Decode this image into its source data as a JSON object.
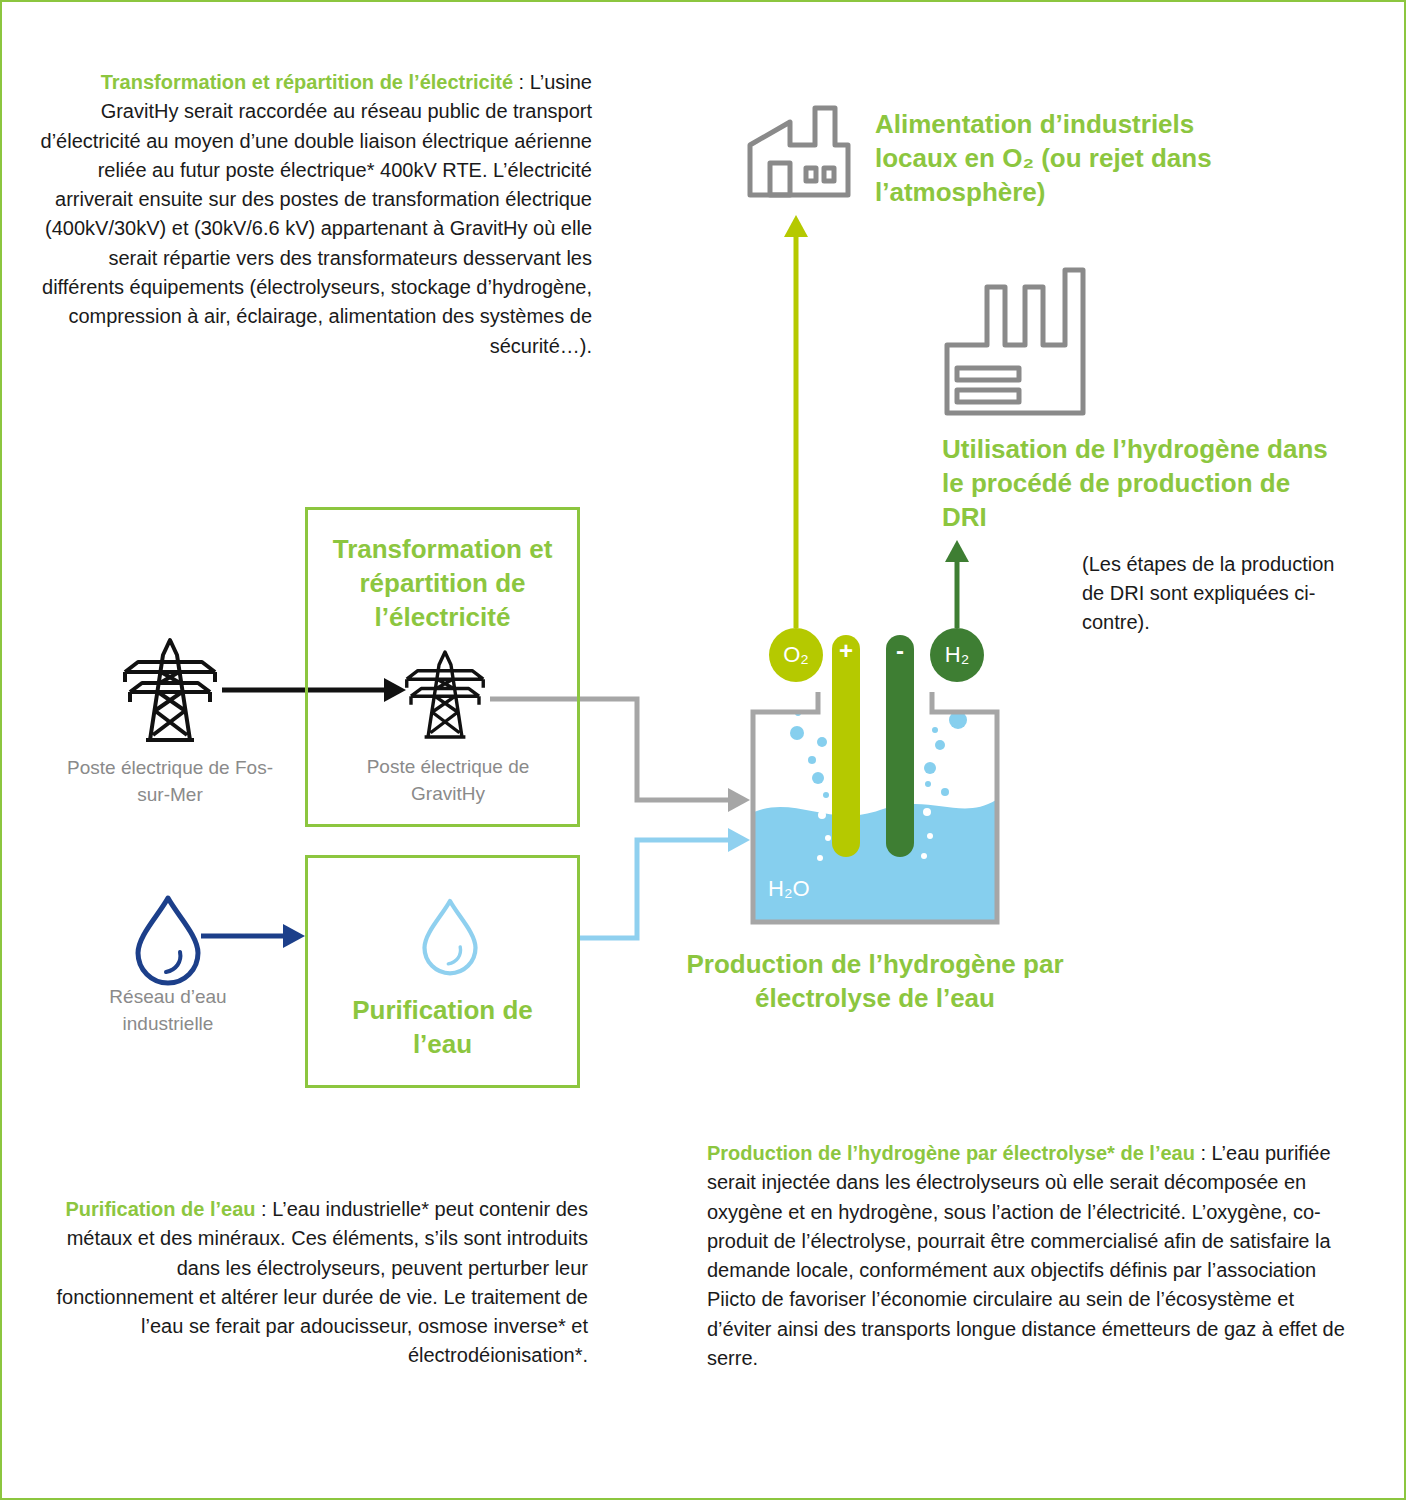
{
  "diagram": {
    "nodes": [
      {
        "text": [
          "Poste électrique de Fos-sur-Mer"
        ]
      },
      {
        "text": [
          "Transformation et répartition de l’électricité"
        ]
      },
      {
        "text": [
          "Poste électrique de GravitHy"
        ],
        "in": 1
      },
      {
        "text": [
          "Réseau d’eau industrielle"
        ]
      },
      {
        "text": [
          "Purification de l’eau"
        ]
      },
      {
        "text": [
          "H₂O",
          "Production de l’hydrogène par électrolyse de l’eau"
        ]
      },
      {
        "text": [
          "O₂"
        ]
      },
      {
        "text": [
          "H₂"
        ]
      },
      {
        "text": [
          "Alimentation d’industriels locaux en O₂ (ou rejet dans l’atmosphère)"
        ]
      },
      {
        "text": [
          "Utilisation de l’hydrogène dans le procédé de production de DRI",
          "(Les étapes de la production de DRI sont expliquées ci-contre)."
        ]
      }
    ],
    "edges": [
      {
        "from": 0,
        "to": 2,
        "arrow": "to"
      },
      {
        "from": 2,
        "to": 5,
        "arrow": "to"
      },
      {
        "from": 3,
        "to": 4,
        "arrow": "to"
      },
      {
        "from": 4,
        "to": 5,
        "arrow": "to"
      },
      {
        "from": 6,
        "to": 8,
        "arrow": "to"
      },
      {
        "from": 7,
        "to": 9,
        "arrow": "to"
      }
    ],
    "labels": [
      "Transformation et répartition de l’électricité",
      " : L’usine GravitHy serait raccordée au réseau public de transport d’électricité au moyen d’une double liaison électrique aérienne reliée au futur poste électrique* 400kV RTE. L’électricité arriverait ensuite sur des postes de transformation électrique (400kV/30kV) et (30kV/6.6 kV) appartenant à GravitHy où elle serait répartie vers des transformateurs desservant les différents équipements (électrolyseurs, stockage d’hydrogène, compression à air, éclairage, alimentation des systèmes de sécurité…).",
      "+",
      "-",
      "Purification de l’eau",
      " : L’eau industrielle* peut contenir des métaux et des minéraux. Ces éléments, s’ils sont introduits dans les électrolyseurs, peuvent perturber leur fonctionnement et altérer leur durée de vie. Le traitement de l’eau se ferait par adoucisseur, osmose inverse* et électrodéionisation*.",
      "Production de l’hydrogène par électrolyse* de l’eau",
      " : L’eau purifiée serait injectée dans les électrolyseurs où elle serait décomposée en oxygène et en hydrogène, sous l’action de l’électricité. L’oxygène, co-produit de l’électrolyse, pourrait être commercialisé afin de satisfaire la demande locale, conformément aux objectifs définis par l’association Piicto de favoriser l’économie circulaire au sein de l’écosystème et d’éviter ainsi des transports longue distance émetteurs de gaz à effet de serre."
    ]
  }
}
